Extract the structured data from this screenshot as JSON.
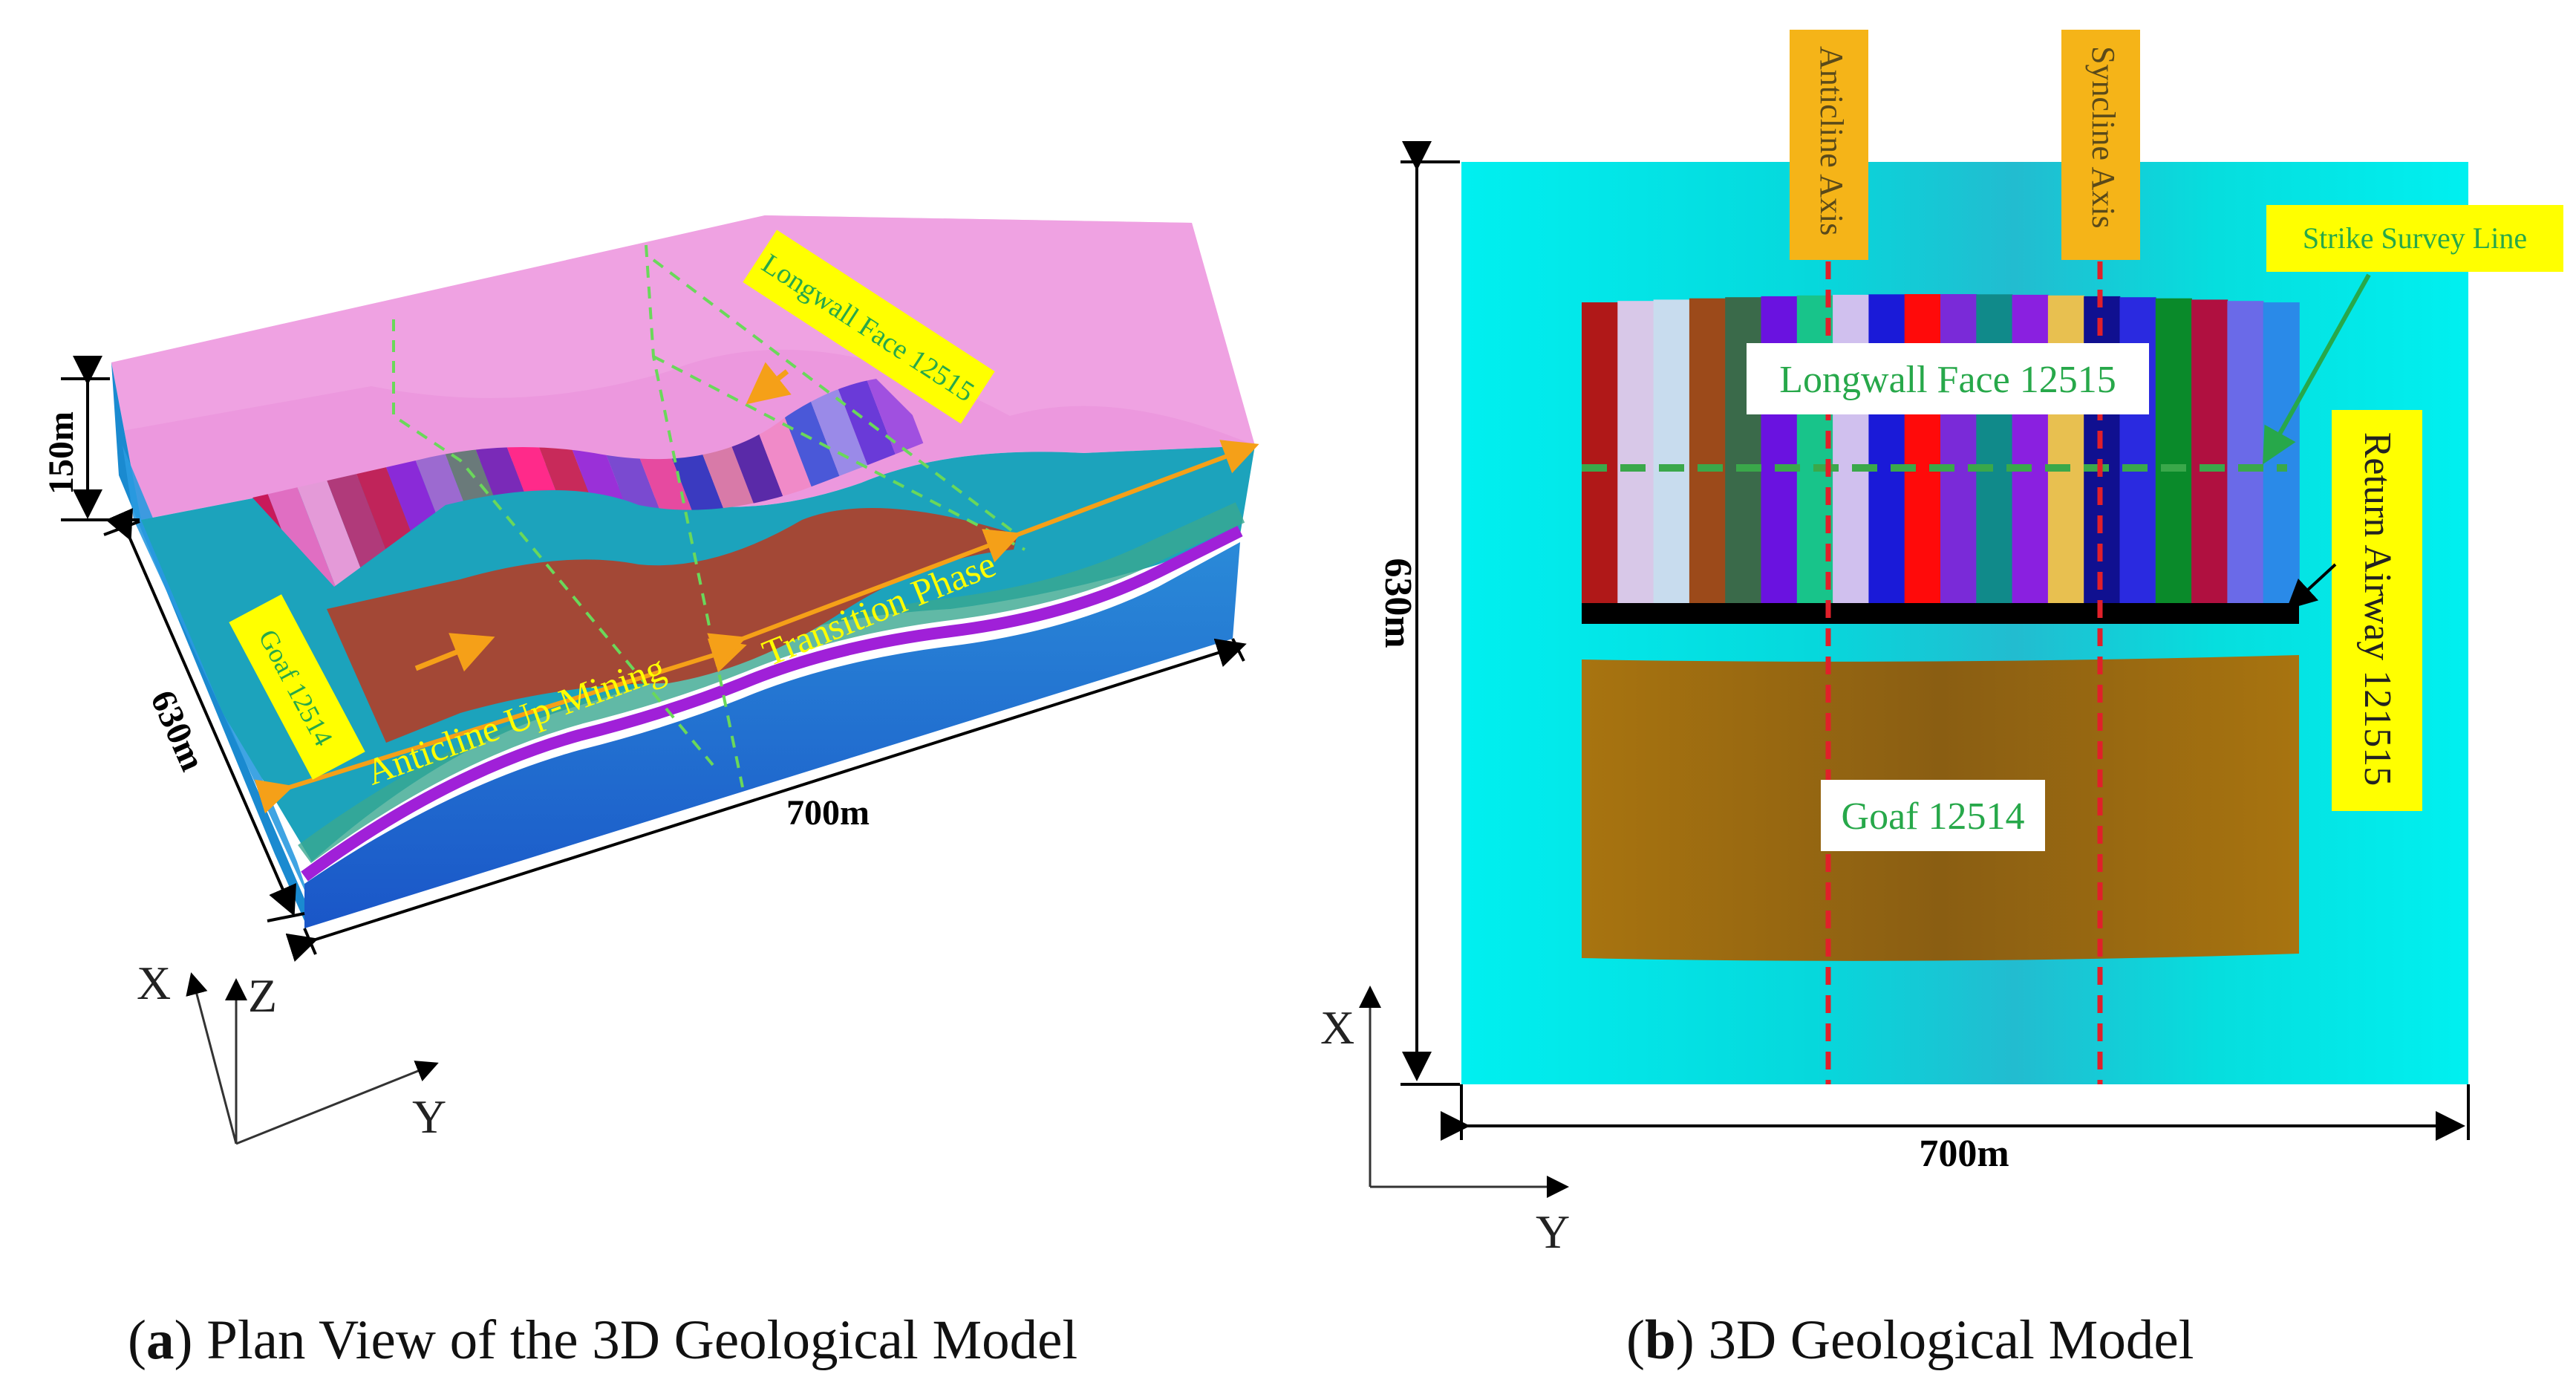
{
  "colors": {
    "pink": "#e77fd6",
    "teal": "#1ba3b8",
    "brick": "#a84a36",
    "cyan": "#00eaea",
    "bronze": "#9a6a12",
    "orange": "#f5b418",
    "yellow": "#ffff00",
    "green_text": "#27a84a",
    "red_dash": "#e0202a",
    "purple": "#8a1ad0",
    "blue": "#1a5fe0"
  },
  "left_panel": {
    "dim_thickness": "150m",
    "dim_width": "630m",
    "dim_length": "700m",
    "longwall_label": "Longwall Face 12515",
    "goaf_label": "Goaf 12514",
    "up_mining_label": "Anticline Up-Mining",
    "transition_label": "Transition Phase",
    "axis_x": "X",
    "axis_z": "Z",
    "axis_y": "Y",
    "caption_letter": "a",
    "caption_text": " Plan View of the 3D Geological Model"
  },
  "right_panel": {
    "anticline_axis": "Anticline Axis",
    "syncline_axis": "Syncline Axis",
    "strike_line": "Strike Survey Line",
    "longwall_label": "Longwall Face 12515",
    "return_airway": "Return Airway 121515",
    "goaf_label": "Goaf 12514",
    "dim_width": "630m",
    "dim_length": "700m",
    "axis_x": "X",
    "axis_y": "Y",
    "caption_letter": "b",
    "caption_text": " 3D Geological Model"
  },
  "left_strip_colors": [
    "#c8195a",
    "#e06ec2",
    "#e49ad8",
    "#b03a7a",
    "#c0245a",
    "#8a2ad8",
    "#9c6ad0",
    "#6a7a7a",
    "#7a2ab8",
    "#ff2a8a",
    "#c82a5a",
    "#9a30d8",
    "#7a4ad0",
    "#e64aa0",
    "#3a3ac0",
    "#d87aa8",
    "#5a2aa8",
    "#f08ac8",
    "#4a58d8",
    "#9a8ae8",
    "#6a3ad8",
    "#a050e0"
  ],
  "right_strip_colors": [
    "#b01818",
    "#d8c8e8",
    "#c8dcee",
    "#9c4a1a",
    "#3a6a4a",
    "#6a12e0",
    "#18c48a",
    "#d0c0ee",
    "#1a1ad8",
    "#ff0a0a",
    "#7a2ad8",
    "#108a8a",
    "#8a20e0",
    "#e8c050",
    "#101090",
    "#2a2ae0",
    "#0a8a2a",
    "#b01040",
    "#6a6ae8",
    "#2a8ae8"
  ]
}
